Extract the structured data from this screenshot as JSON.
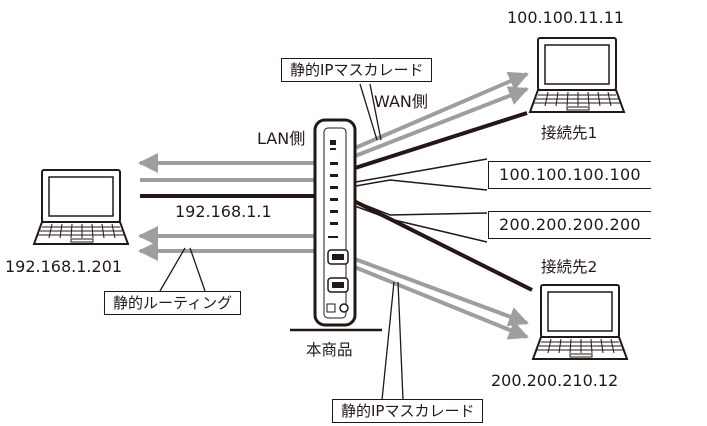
{
  "labels": {
    "top_laptop_ip": "100.100.11.11",
    "bottom_laptop_ip": "200.200.210.12",
    "left_laptop_ip": "192.168.1.201",
    "router_ip": "192.168.1.1",
    "destination1": "接続先1",
    "destination2": "接続先2",
    "lan_side": "LAN側",
    "wan_side": "WAN側",
    "product": "本商品",
    "static_ip_masq_top": "静的IPマスカレード",
    "static_ip_masq_bottom": "静的IPマスカレード",
    "static_routing": "静的ルーティング",
    "public_ip_1": "100.100.100.100",
    "public_ip_2": "200.200.200.200"
  },
  "icons": [
    "laptop-icon",
    "router-icon"
  ],
  "colors": {
    "line_dark": "#231815",
    "line_gray": "#9e9e9f"
  }
}
